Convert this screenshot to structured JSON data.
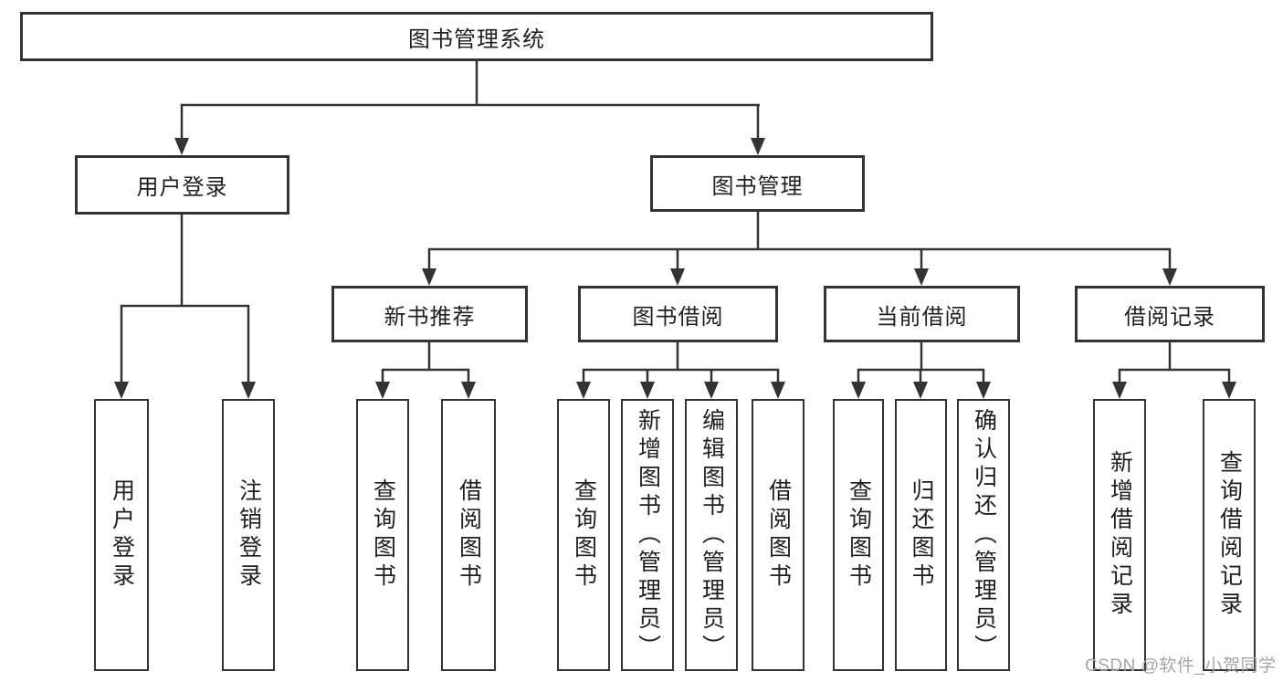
{
  "diagram": {
    "root_label": "图书管理系统",
    "level2": {
      "user_login": "用户登录",
      "book_management": "图书管理"
    },
    "level3": {
      "new_book_recommend": "新书推荐",
      "book_borrow": "图书借阅",
      "current_borrow": "当前借阅",
      "borrow_record": "借阅记录"
    },
    "leaves": {
      "user_login": [
        "用户登录",
        "注销登录"
      ],
      "new_book_recommend": [
        "查询图书",
        "借阅图书"
      ],
      "book_borrow": [
        "查询图书",
        "新增图书（管理员）",
        "编辑图书（管理员）",
        "借阅图书"
      ],
      "current_borrow": [
        "查询图书",
        "归还图书",
        "确认归还（管理员）"
      ],
      "borrow_record": [
        "新增借阅记录",
        "查询借阅记录"
      ]
    }
  },
  "watermark": "CSDN @软件_小贺同学",
  "colors": {
    "line": "#333333",
    "border": "#333333",
    "text": "#1f1f1f",
    "watermark": "#a6a6a6",
    "background": "#ffffff"
  }
}
